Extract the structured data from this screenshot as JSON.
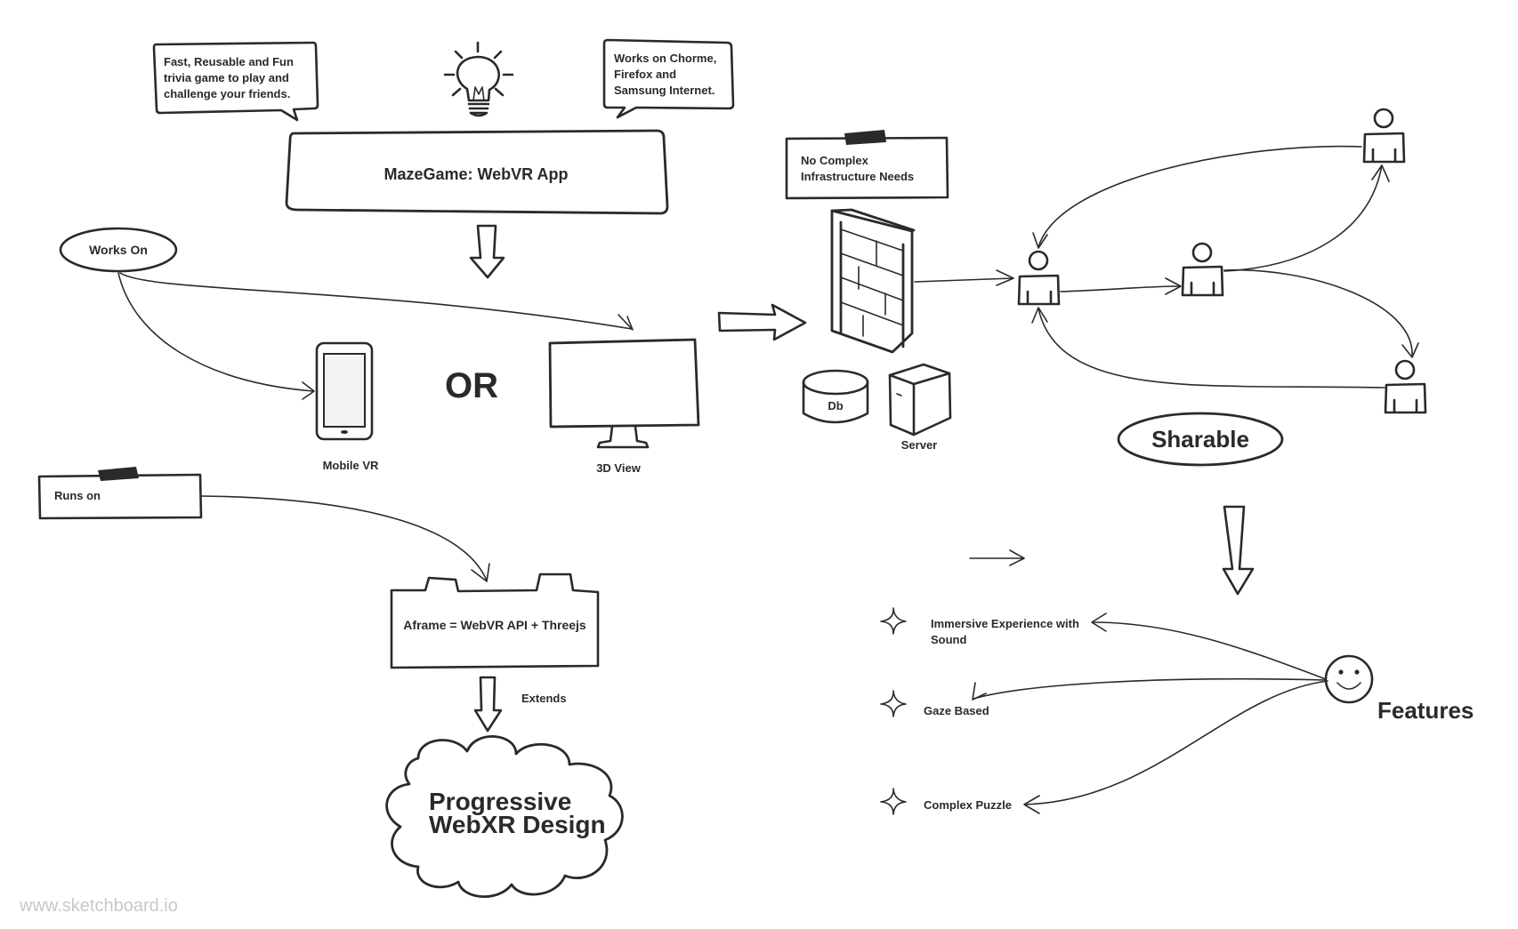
{
  "watermark": "www.sketchboard.io",
  "idea": {
    "bubble_left": [
      "Fast, Reusable and Fun",
      "trivia game to play and",
      "challenge your friends."
    ],
    "bubble_right": [
      "Works on Chorme,",
      "Firefox and",
      "Samsung Internet."
    ],
    "title": "MazeGame: WebVR App"
  },
  "platforms": {
    "works_on": "Works On",
    "or_label": "OR",
    "mobile_label": "Mobile VR",
    "desktop_label": "3D View"
  },
  "tech": {
    "runs_on": "Runs on",
    "aframe": "Aframe = WebVR API + Threejs",
    "extends": "Extends",
    "cloud": [
      "Progressive",
      "WebXR Design"
    ]
  },
  "infra": {
    "note": [
      "No Complex",
      "Infrastructure Needs"
    ],
    "db": "Db",
    "server": "Server"
  },
  "sharing": {
    "label": "Sharable"
  },
  "features": {
    "title": "Features",
    "items": [
      [
        "Immersive Experience with",
        "Sound"
      ],
      [
        "Gaze Based"
      ],
      [
        "Complex Puzzle"
      ]
    ]
  }
}
